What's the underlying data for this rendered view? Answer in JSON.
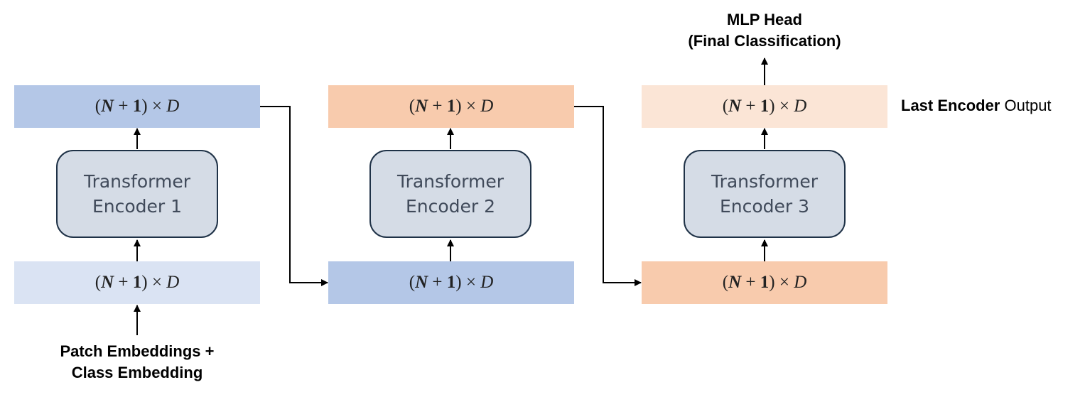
{
  "colors": {
    "blue_dark": "#b4c7e7",
    "blue_light": "#dae3f3",
    "orange": "#f8cbad",
    "orange_light": "#fbe5d6",
    "encoder_fill": "#d5dce6",
    "encoder_border": "#1f3247",
    "arrow": "#000000"
  },
  "tensor_label": {
    "open": "(",
    "n": "N",
    "plus": "+",
    "one": "1",
    "close": ")",
    "times": "×",
    "d": "D"
  },
  "columns": [
    {
      "encoder": {
        "line1": "Transformer",
        "line2": "Encoder 1"
      }
    },
    {
      "encoder": {
        "line1": "Transformer",
        "line2": "Encoder 2"
      }
    },
    {
      "encoder": {
        "line1": "Transformer",
        "line2": "Encoder 3"
      }
    }
  ],
  "input_caption": {
    "line1": "Patch Embeddings +",
    "line2": "Class Embedding"
  },
  "head_caption": {
    "line1": "MLP Head",
    "line2": "(Final Classification)"
  },
  "last_output_label": {
    "bold": "Last Encoder",
    "rest": "Output"
  }
}
